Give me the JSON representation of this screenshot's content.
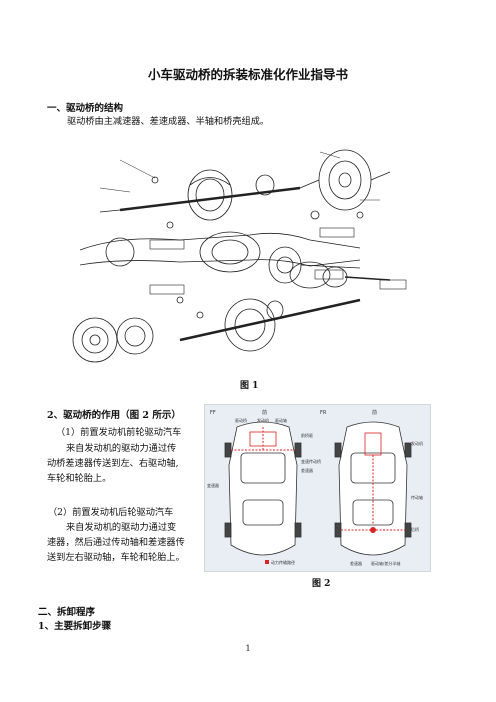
{
  "title": "小车驱动桥的拆装标准化作业指导书",
  "section1": {
    "heading": "一、驱动桥的结构",
    "text": "驱动桥由主减速器、差速成器、半轴和桥壳组成。"
  },
  "figure1": {
    "caption": "图 1"
  },
  "section2": {
    "heading": "2、驱动桥的作用（图 2 所示）",
    "p1_title": "（1）前置发动机前轮驱动汽车",
    "p1_lines": [
      "来自发动机的驱动力通过传",
      "动桥差速器传送到左、右驱动轴,",
      "车轮和轮胎上。"
    ],
    "p2_title": "（2）前置发动机后轮驱动汽车",
    "p2_lines": [
      "来自发动机的驱动力通过变",
      "速器，然后通过传动轴和差速器传",
      "送到左右驱动轴，车轮和轮胎上。"
    ]
  },
  "figure2": {
    "caption": "图 2",
    "labels": {
      "ff": "FF",
      "fr": "FR",
      "front1": "前",
      "front2": "前",
      "drive_shaft": "驱动桥",
      "engine1": "发动机",
      "drive_axle1": "驱动轴",
      "front_axle": "前桥驱",
      "transaxle": "变速传动桥",
      "diff1": "差速器",
      "engine2": "发动机",
      "transmission": "变速器",
      "propeller": "传动轴",
      "rear_axle": "后桥",
      "diff2": "差速器",
      "axle_shaft": "驱动轴/差分半轴",
      "legend": "动力传输路径"
    }
  },
  "section3": {
    "heading": "二、拆卸程序",
    "sub": "1、主要拆卸步骤"
  },
  "page_number": "1"
}
